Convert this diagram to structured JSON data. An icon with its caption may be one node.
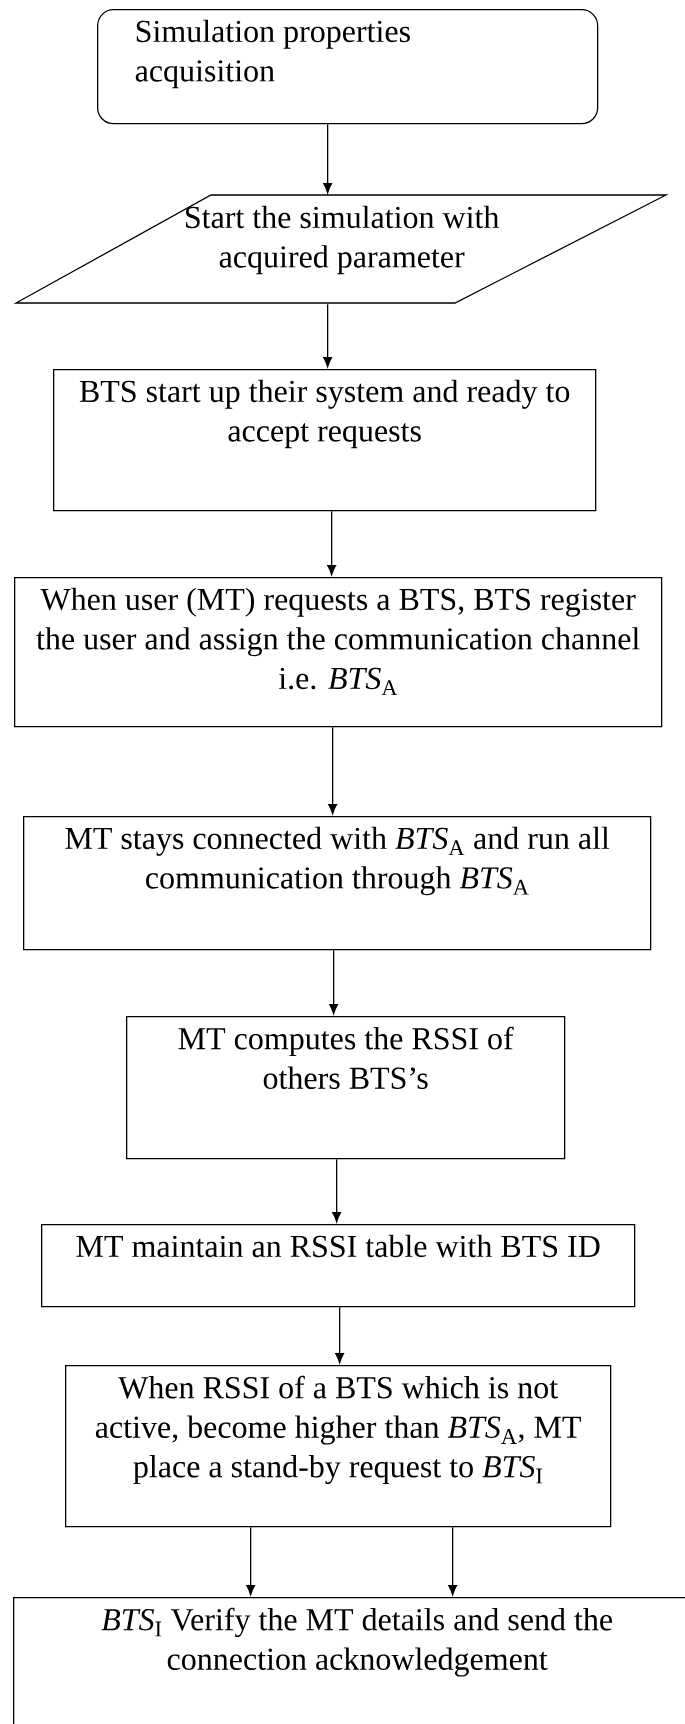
{
  "diagram": {
    "nodes": [
      {
        "text": [
          "Simulation properties acquisition"
        ]
      },
      {
        "text": [
          "Start the simulation with acquired parameter"
        ]
      },
      {
        "text": [
          "BTS start up their system and ready to accept requests"
        ]
      },
      {
        "text": [
          "When user (MT) requests a BTS, BTS register the user and assign the communication channel i.e. *BTS*$_{A}$"
        ]
      },
      {
        "text": [
          "MT stays connected with *BTS*$_{A}$ and run all communication through *BTS*$_{A}$"
        ]
      },
      {
        "text": [
          "MT computes the RSSI of others BTS’s"
        ]
      },
      {
        "text": [
          "MT maintain an RSSI table with BTS ID"
        ]
      },
      {
        "text": [
          "When RSSI of a BTS which is not active, become higher than *BTS*$_{A}$, MT place a stand-by request to *BTS*$_{I}$"
        ]
      },
      {
        "text": [
          "*BTS*$_{I}$ Verify the MT details and send the connection acknowledgement"
        ]
      }
    ],
    "edges": [
      {
        "from": 0,
        "to": 1,
        "arrow": "to"
      },
      {
        "from": 1,
        "to": 2,
        "arrow": "to"
      },
      {
        "from": 2,
        "to": 3,
        "arrow": "to"
      },
      {
        "from": 3,
        "to": 4,
        "arrow": "to"
      },
      {
        "from": 4,
        "to": 5,
        "arrow": "to"
      },
      {
        "from": 5,
        "to": 6,
        "arrow": "to"
      },
      {
        "from": 6,
        "to": 7,
        "arrow": "to"
      },
      {
        "from": 7,
        "to": 8,
        "arrow": "to"
      },
      {
        "from": 7,
        "to": 8,
        "arrow": "to"
      }
    ]
  }
}
